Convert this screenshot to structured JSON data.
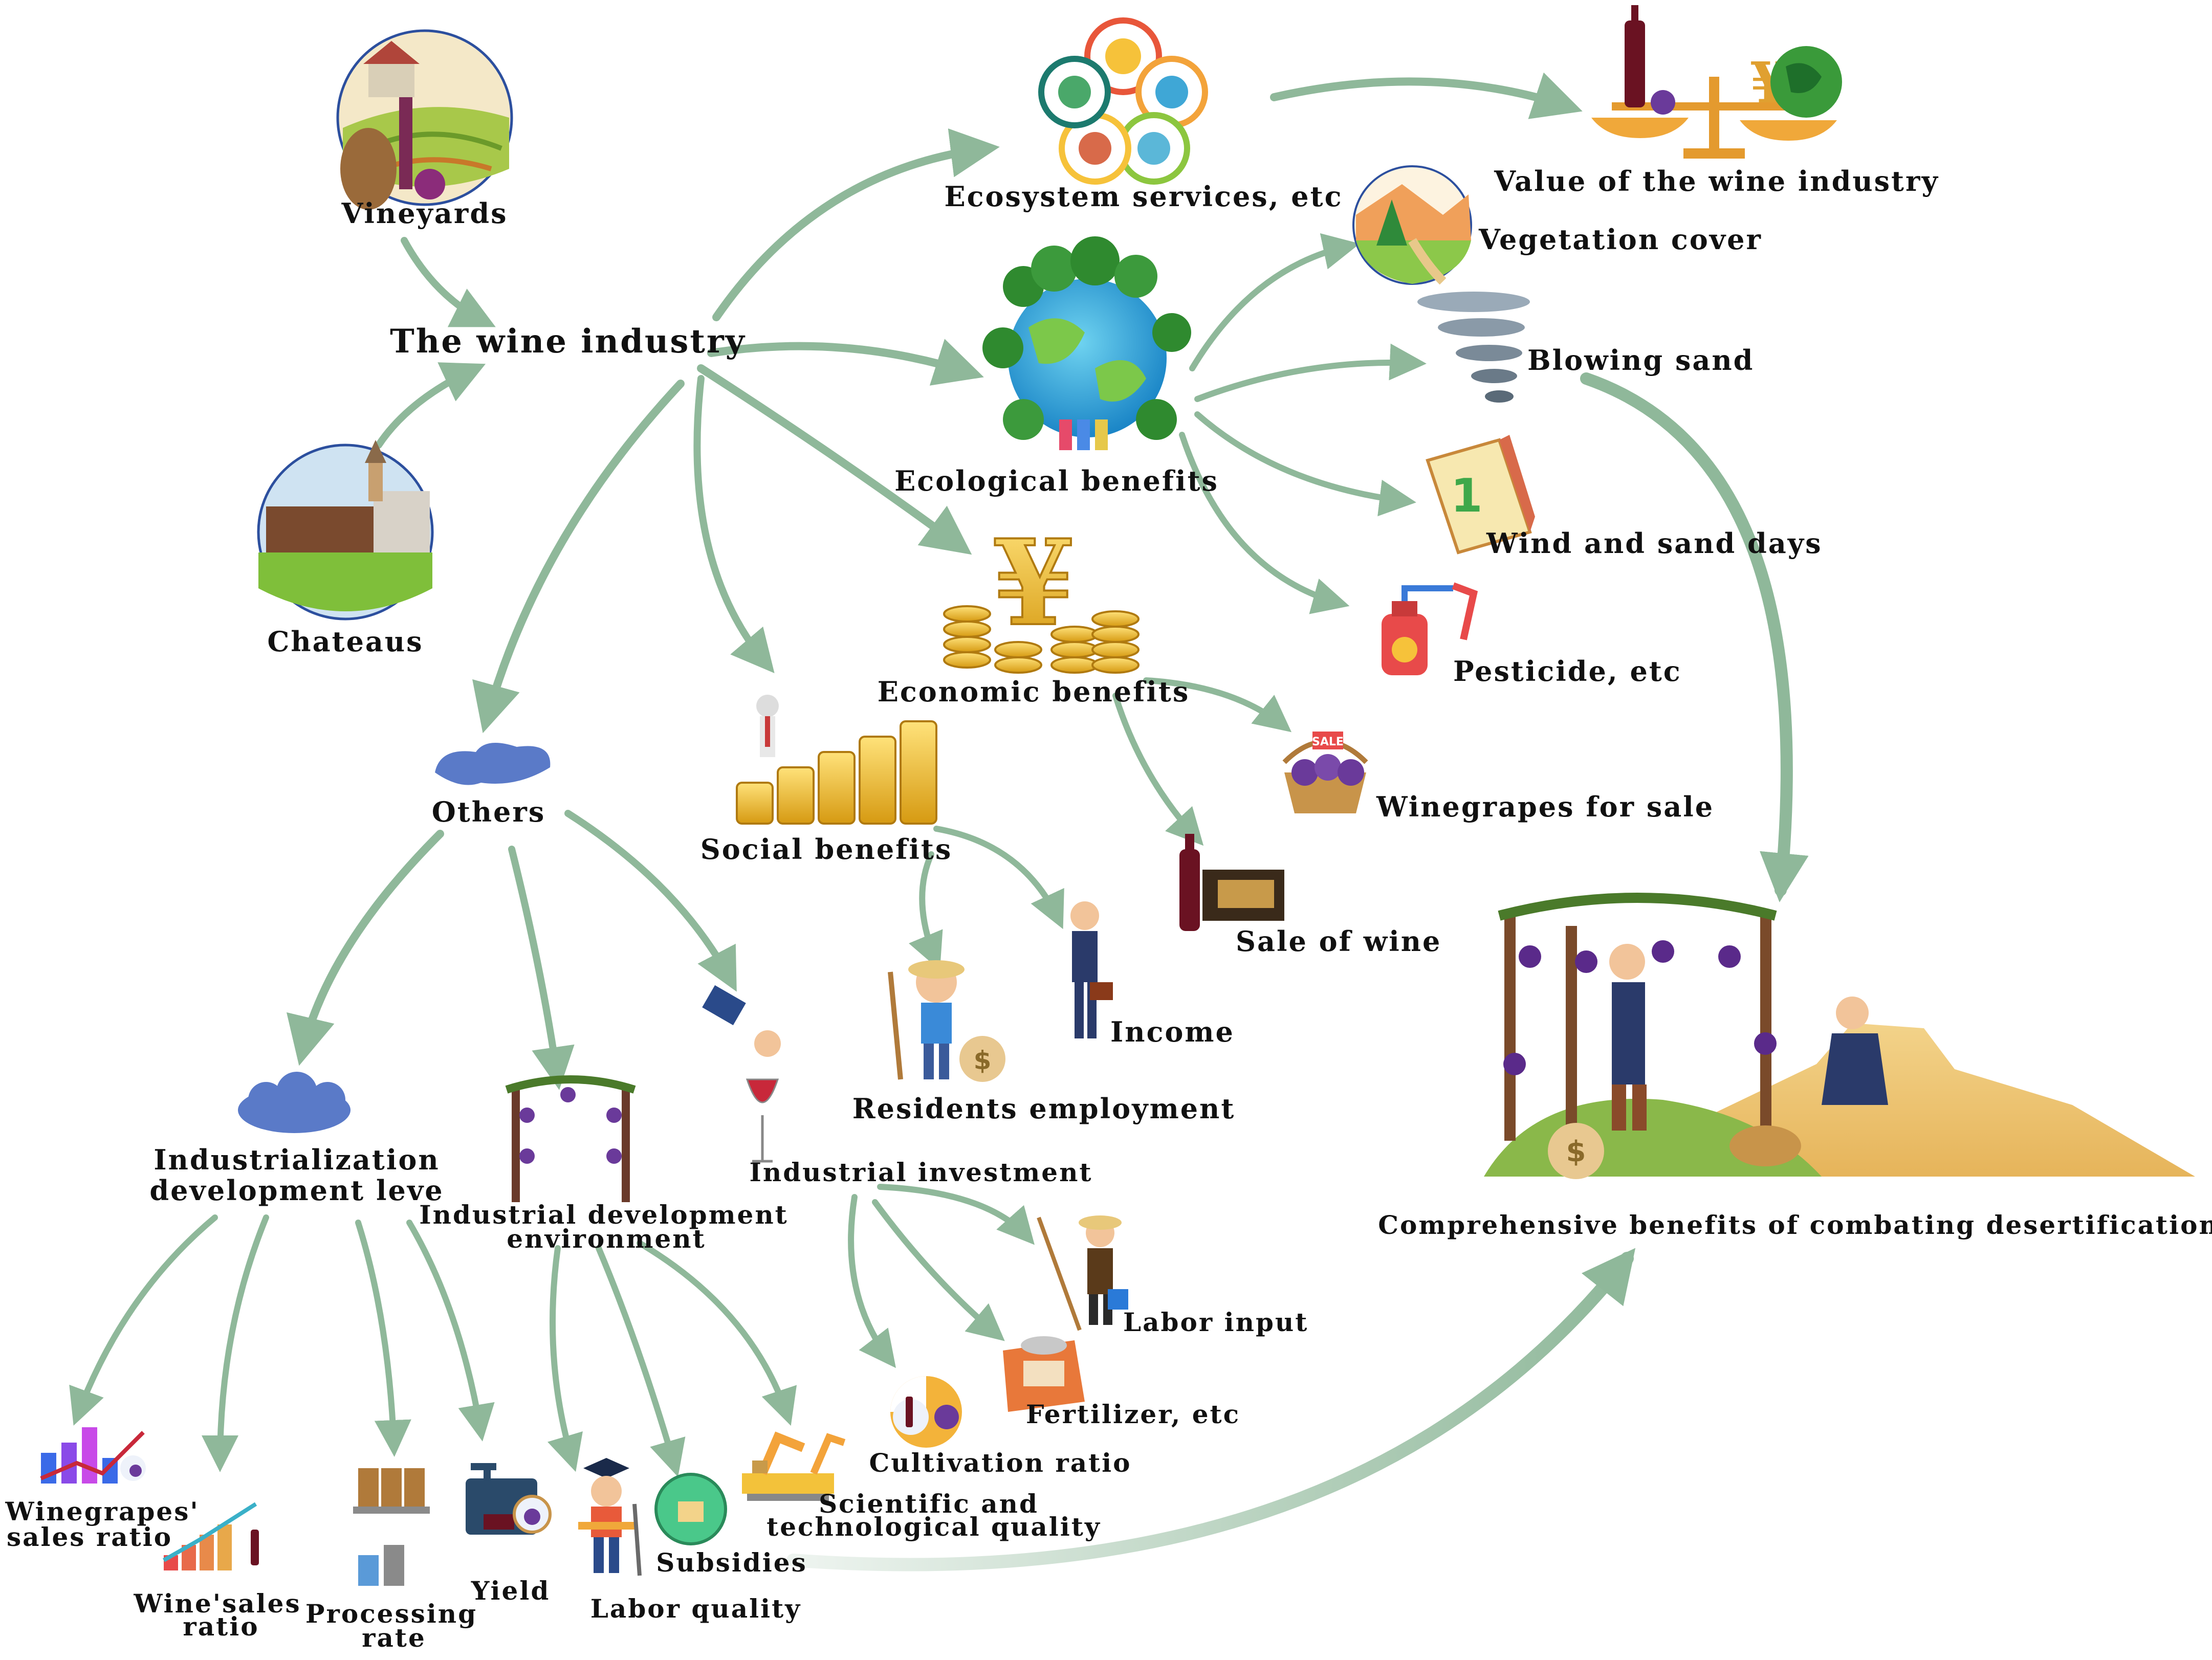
{
  "diagram": {
    "center": "The wine industry",
    "inputs": {
      "vineyards": "Vineyards",
      "chateaus": "Chateaus"
    },
    "top": {
      "ecosystem_services": "Ecosystem services, etc",
      "value": "Value of the wine industry"
    },
    "ecological": {
      "title": "Ecological benefits",
      "items": [
        "Vegetation cover",
        "Blowing sand",
        "Wind and sand days",
        "Pesticide, etc"
      ]
    },
    "economic": {
      "title": "Economic benefits",
      "items": [
        "Winegrapes for sale",
        "Sale of wine"
      ]
    },
    "social": {
      "title": "Social benefits",
      "items": [
        "Residents employment",
        "Income"
      ]
    },
    "others": {
      "title": "Others",
      "industrialization": {
        "title_line1": "Industrialization",
        "title_line2": "development leve",
        "items": [
          {
            "line1": "Winegrapes'",
            "line2": "sales ratio"
          },
          {
            "line1": "Wine'sales",
            "line2": "ratio"
          },
          {
            "line1": "Processing",
            "line2": "rate"
          },
          {
            "line1": "Yield",
            "line2": ""
          }
        ]
      },
      "environment": {
        "title_line1": "Industrial development",
        "title_line2": "environment",
        "items": [
          "Labor quality",
          "Subsidies"
        ],
        "scitech_line1": "Scientific and",
        "scitech_line2": "technological quality"
      },
      "investment": {
        "title": "Industrial investment",
        "items": [
          "Labor input",
          "Fertilizer, etc",
          "Cultivation ratio"
        ]
      }
    },
    "outcome": "Comprehensive benefits of combating desertification",
    "colors": {
      "arrow": "#8fb89a",
      "arrow_dark": "#7aa886",
      "text": "#111111"
    }
  }
}
